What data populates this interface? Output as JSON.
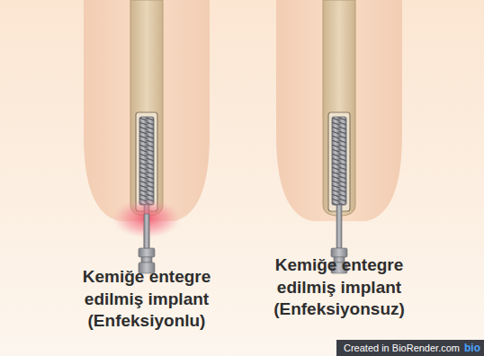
{
  "diagram": {
    "labels": [
      "Kemiğe entegre edilmiş implant (Enfeksiyonlu)",
      "Kemiğe entegre edilmiş implant (Enfeksiyonsuz)",
      "Created in BioRender.com",
      "bio"
    ]
  }
}
